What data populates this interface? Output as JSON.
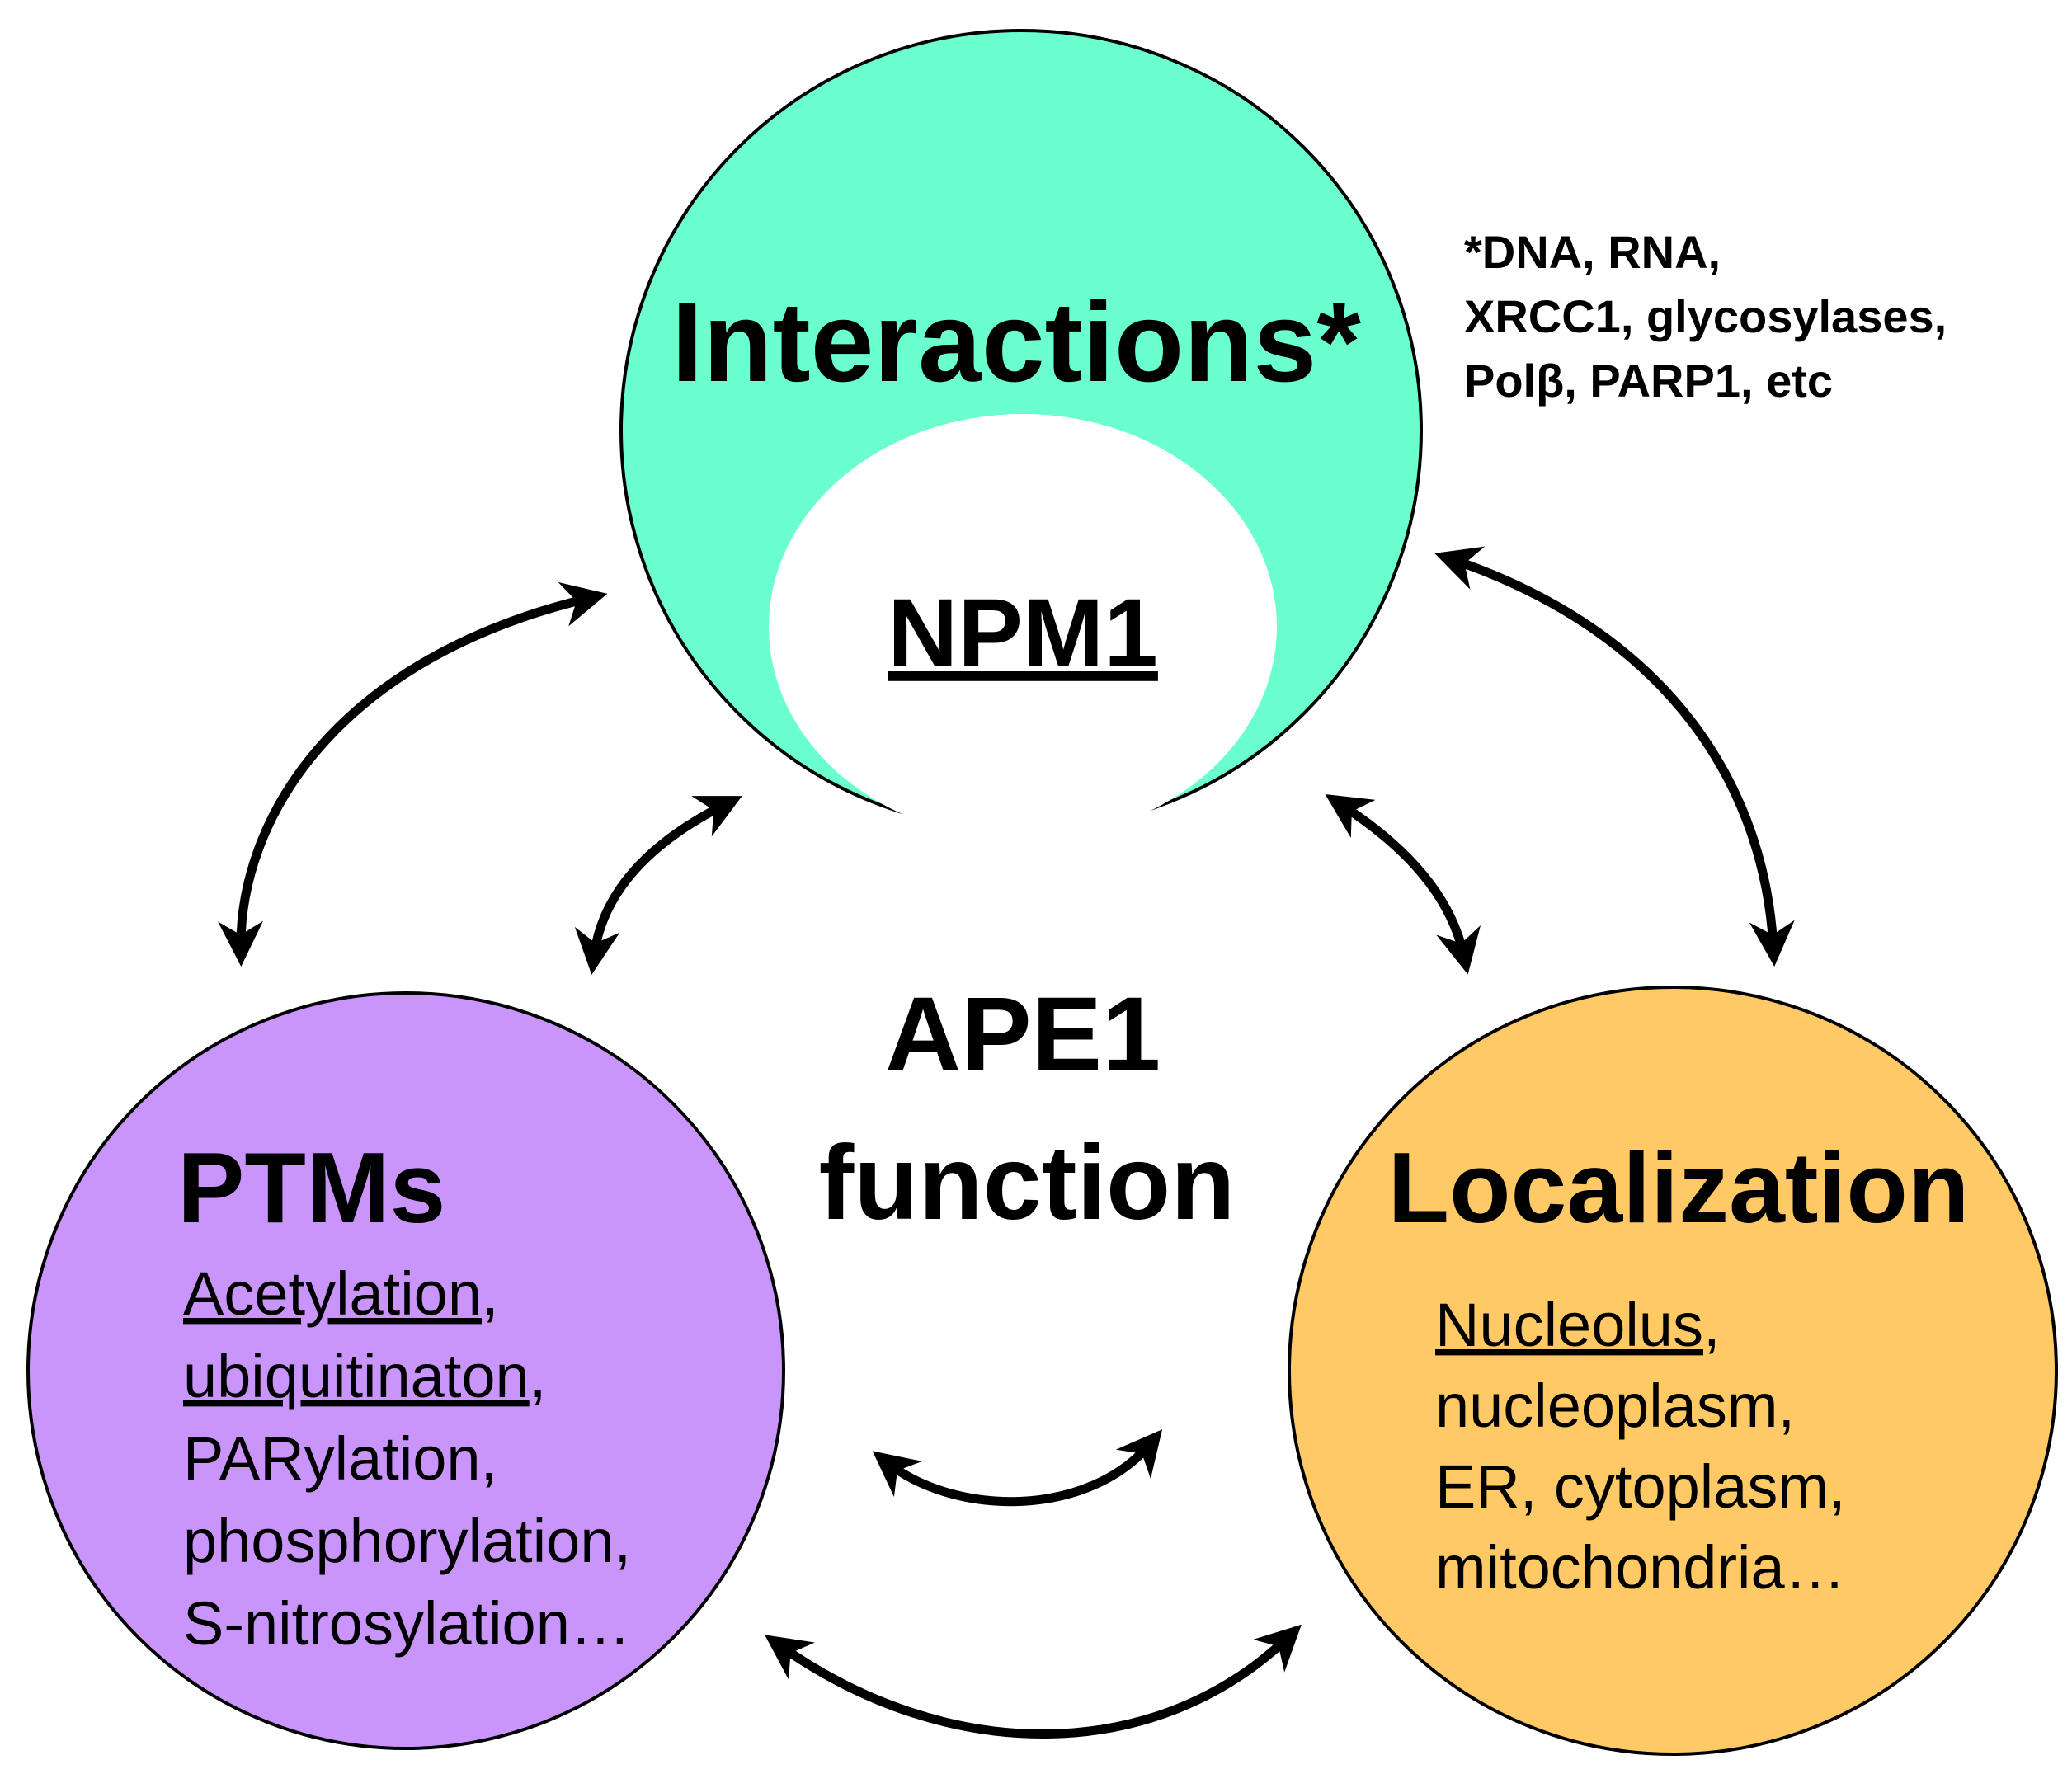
{
  "colors": {
    "interactions_fill": "#6BFFCF",
    "ptms_fill": "#CA95FA",
    "localization_fill": "#FFCA66",
    "npm1_fill": "#FFFFFF",
    "npm1_text": "#12908E",
    "stroke": "#000000"
  },
  "center": {
    "line1": "APE1",
    "line2": "function"
  },
  "interactions": {
    "title": "Interactions*",
    "inner_label": "NPM1",
    "footnote": [
      "*DNA, RNA,",
      "XRCC1, glycosylases,",
      "Polβ, PARP1, etc"
    ]
  },
  "ptms": {
    "title": "PTMs",
    "items": [
      {
        "text": "Acetylation",
        "suffix": ",",
        "underlined": true
      },
      {
        "text": "ubiquitinaton",
        "suffix": ",",
        "underlined": true
      },
      {
        "text": "PARylation",
        "suffix": ",",
        "underlined": false
      },
      {
        "text": "phosphorylation",
        "suffix": ",",
        "underlined": false
      },
      {
        "text": "S-nitrosylation",
        "suffix": "…",
        "underlined": false
      }
    ]
  },
  "localization": {
    "title": "Localization",
    "items": [
      {
        "text": "Nucleolus",
        "suffix": ",",
        "underlined": true
      },
      {
        "text": "nucleoplasm",
        "suffix": ",",
        "underlined": false
      },
      {
        "text": "ER",
        "suffix": ", cytoplasm,",
        "underlined": false
      },
      {
        "text": "mitochondria",
        "suffix": "…",
        "underlined": false
      }
    ]
  }
}
